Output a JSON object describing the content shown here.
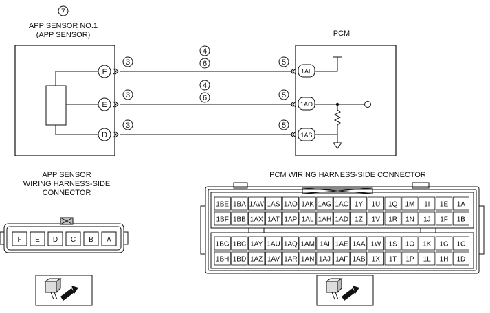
{
  "app_sensor": {
    "ref_number": "7",
    "title_line1": "APP SENSOR NO.1",
    "title_line2": "(APP SENSOR)",
    "pins": [
      "F",
      "E",
      "D"
    ]
  },
  "pcm": {
    "title": "PCM",
    "terminals": [
      "1AL",
      "1AO",
      "1AS"
    ]
  },
  "wires": [
    {
      "left_ref": "3",
      "mid_refs": [
        "4",
        "6"
      ],
      "right_ref": "5"
    },
    {
      "left_ref": "3",
      "mid_refs": [
        "4",
        "6"
      ],
      "right_ref": "5"
    },
    {
      "left_ref": "3",
      "mid_refs": [],
      "right_ref": "5"
    }
  ],
  "app_connector": {
    "caption_lines": [
      "APP SENSOR",
      "WIRING HARNESS-SIDE",
      "CONNECTOR"
    ],
    "pins": [
      "F",
      "E",
      "D",
      "C",
      "B",
      "A"
    ]
  },
  "pcm_connector": {
    "caption": "PCM WIRING HARNESS-SIDE CONNECTOR",
    "upper_rows": [
      [
        "1BE",
        "1BA",
        "1AW",
        "1AS",
        "1AO",
        "1AK",
        "1AG",
        "1AC",
        "1Y",
        "1U",
        "1Q",
        "1M",
        "1I",
        "1E",
        "1A"
      ],
      [
        "1BF",
        "1BB",
        "1AX",
        "1AT",
        "1AP",
        "1AL",
        "1AH",
        "1AD",
        "1Z",
        "1V",
        "1R",
        "1N",
        "1J",
        "1F",
        "1B"
      ]
    ],
    "lower_rows": [
      [
        "1BG",
        "1BC",
        "1AY",
        "1AU",
        "1AQ",
        "1AM",
        "1AI",
        "1AE",
        "1AA",
        "1W",
        "1S",
        "1O",
        "1K",
        "1G",
        "1C"
      ],
      [
        "1BH",
        "1BD",
        "1AZ",
        "1AV",
        "1AR",
        "1AN",
        "1AJ",
        "1AF",
        "1AB",
        "1X",
        "1T",
        "1P",
        "1L",
        "1H",
        "1D"
      ]
    ]
  }
}
